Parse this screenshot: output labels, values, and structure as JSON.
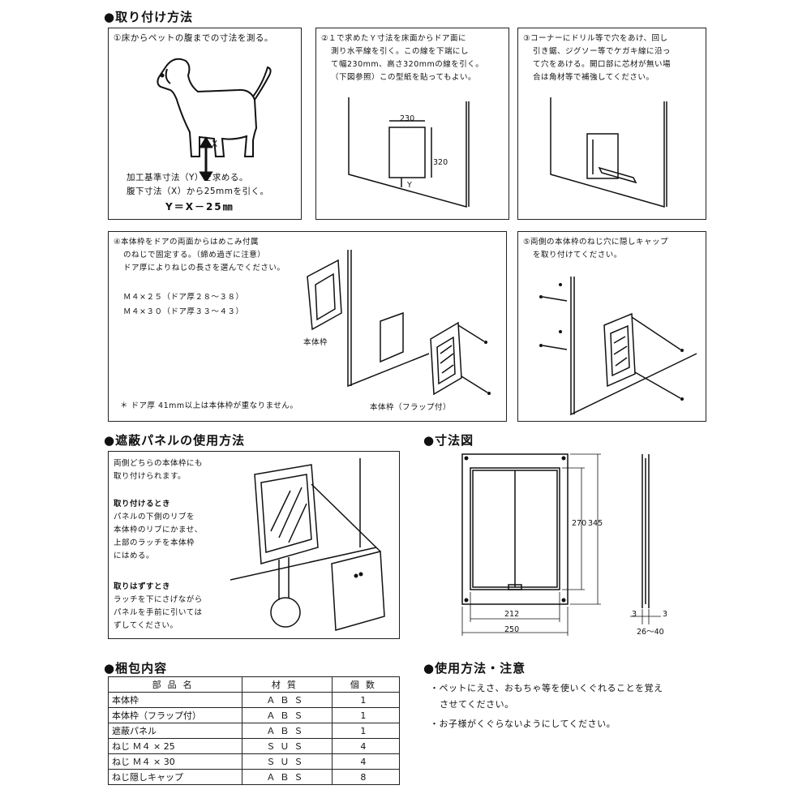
{
  "sections": {
    "install": "●取り付け方法",
    "panel": "●遮蔽パネルの使用方法",
    "dimensions": "●寸法図",
    "contents": "●梱包内容",
    "usage": "●使用方法・注意"
  },
  "steps": {
    "s1": {
      "title": "①床からペットの腹までの寸法を測る。",
      "x_label": "X",
      "lines": [
        "加工基準寸法（Y）を求める。",
        "腹下寸法（X）から25mmを引く。"
      ],
      "formula": "Y＝X－25㎜"
    },
    "s2": {
      "lines": [
        "②１で求めたＹ寸法を床面からドア面に",
        "測り水平線を引く。この線を下端にし",
        "て幅230mm、高さ320mmの線を引く。",
        "（下図参照）この型紙を貼ってもよい。"
      ],
      "w": "230",
      "h": "320",
      "y": "Y"
    },
    "s3": {
      "lines": [
        "③コーナーにドリル等で穴をあけ、回し",
        "引き鋸、ジグソー等でケガキ線に沿っ",
        "て穴をあける。開口部に芯材が無い場",
        "合は角材等で補強してください。"
      ]
    },
    "s4": {
      "lines": [
        "④本体枠をドアの両面からはめこみ付属",
        "のねじで固定する。（締め過ぎに注意）",
        "ドア厚によりねじの長さを選んでください。"
      ],
      "spec1": "Ｍ４×２５（ドア厚２８～３８）",
      "spec2": "Ｍ４×３０（ドア厚３３～４３）",
      "label_frame": "本体枠",
      "label_frame_flap": "本体枠（フラップ付）",
      "note": "＊ ドア厚 41mm以上は本体枠が重なりません。"
    },
    "s5": {
      "lines": [
        "⑤両側の本体枠のねじ穴に隠しキャップ",
        "を取り付けてください。"
      ]
    }
  },
  "panel_usage": {
    "intro": [
      "両側どちらの本体枠にも",
      "取り付けられます。"
    ],
    "attach_title": "取り付けるとき",
    "attach": [
      "パネルの下側のリブを",
      "本体枠のリブにかませ、",
      "上部のラッチを本体枠",
      "にはめる。"
    ],
    "remove_title": "取りはずすとき",
    "remove": [
      "ラッチを下にさげながら",
      "パネルを手前に引いては",
      "ずしてください。"
    ]
  },
  "dims": {
    "inner_w": "212",
    "outer_w": "250",
    "inner_h": "270",
    "outer_h": "345",
    "t1": "3",
    "t2": "3",
    "depth": "26～40"
  },
  "parts_table": {
    "headers": [
      "部品名",
      "材質",
      "個数"
    ],
    "rows": [
      [
        "本体枠",
        "ＡＢＳ",
        "1"
      ],
      [
        "本体枠（フラップ付）",
        "ＡＢＳ",
        "1"
      ],
      [
        "遮蔽パネル",
        "ＡＢＳ",
        "1"
      ],
      [
        "ねじ Ｍ４ × 25",
        "ＳＵＳ",
        "4"
      ],
      [
        "ねじ Ｍ４ × 30",
        "ＳＵＳ",
        "4"
      ],
      [
        "ねじ隠しキャップ",
        "ＡＢＳ",
        "8"
      ]
    ]
  },
  "usage_notes": [
    "・ペットにえさ、おもちゃ等を使いくぐれることを覚え",
    "させてください。",
    "・お子様がくぐらないようにしてください。"
  ]
}
